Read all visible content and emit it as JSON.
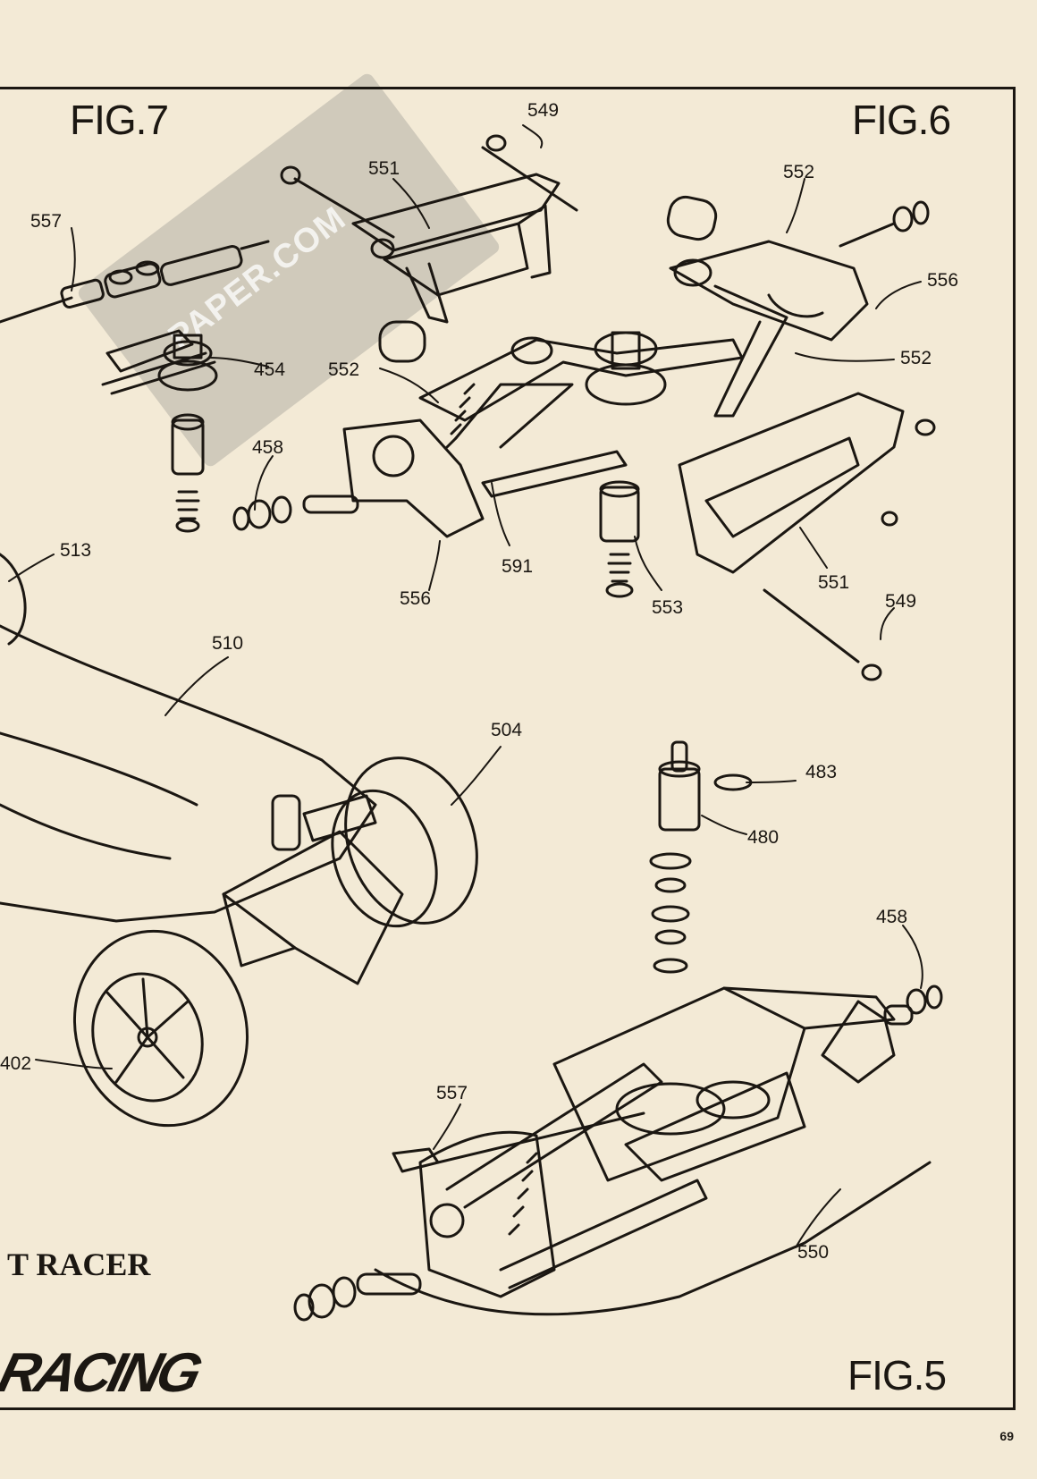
{
  "figures": {
    "fig7": "FIG.7",
    "fig6": "FIG.6",
    "fig5": "FIG.5"
  },
  "parts": {
    "p549a": "549",
    "p551a": "551",
    "p552a": "552",
    "p557a": "557",
    "p556a": "556",
    "p454": "454",
    "p552b": "552",
    "p552c": "552",
    "p458a": "458",
    "p513": "513",
    "p556b": "556",
    "p591": "591",
    "p553": "553",
    "p551b": "551",
    "p549b": "549",
    "p510": "510",
    "p504": "504",
    "p483": "483",
    "p480": "480",
    "p458b": "458",
    "p402": "402",
    "p557b": "557",
    "p550": "550"
  },
  "caption": "T RACER",
  "brand": "RACING",
  "page_number": "69",
  "watermark": "PAPER.COM"
}
